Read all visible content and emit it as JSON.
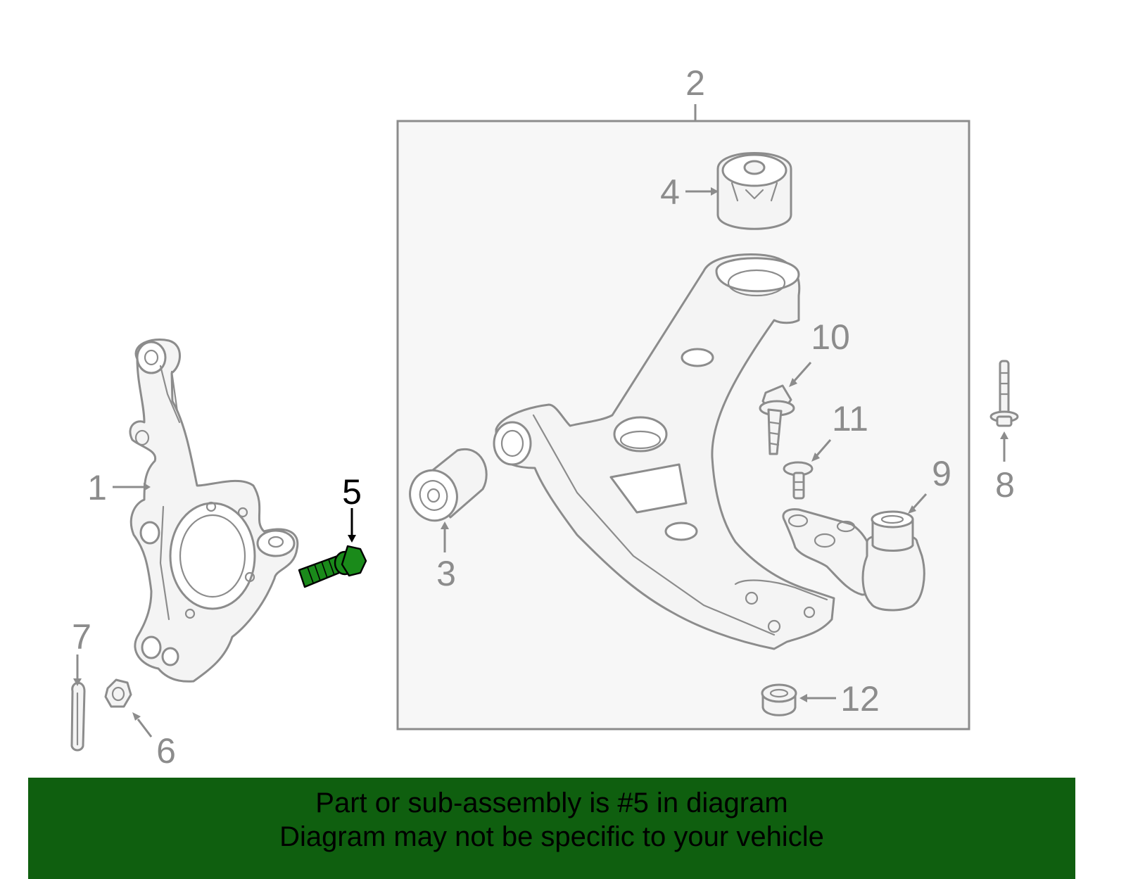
{
  "diagram": {
    "callouts": {
      "c1": "1",
      "c2": "2",
      "c3": "3",
      "c4": "4",
      "c5": "5",
      "c6": "6",
      "c7": "7",
      "c8": "8",
      "c9": "9",
      "c10": "10",
      "c11": "11",
      "c12": "12"
    },
    "highlighted_callout": "5",
    "colors": {
      "line": "#8c8c8c",
      "highlight_part": "#1a8a1a",
      "banner_background": "#0f5f0f",
      "box_fill": "#f7f7f7"
    }
  },
  "banner": {
    "line1": "Part or sub-assembly is #5 in diagram",
    "line2": "Diagram may not be specific to your vehicle"
  }
}
